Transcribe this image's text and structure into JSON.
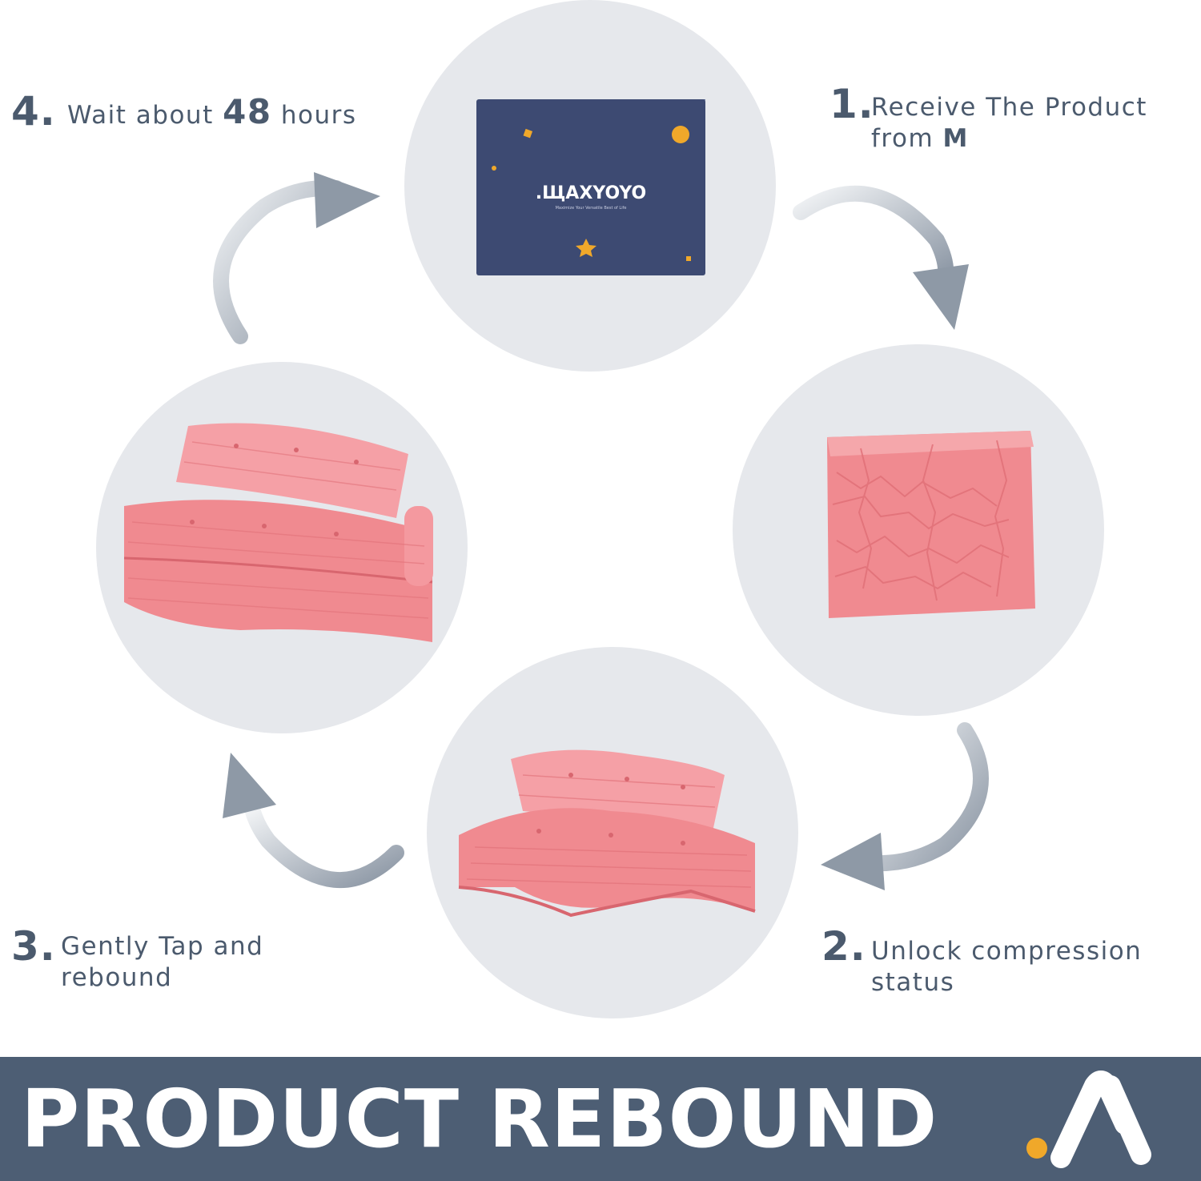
{
  "colors": {
    "circle": "#e6e8ec",
    "text": "#4b5a6d",
    "banner": "#4d5e74",
    "arrow": "#8e99a6",
    "box": "#3d4a72",
    "pink": "#f08a90",
    "accent": "#f0a82a"
  },
  "box": {
    "brand": ".ЩAXYOYO",
    "tagline": "Maximize Your Versatile Best of Life"
  },
  "steps": [
    {
      "number": "1.",
      "line1": "Receive The Product",
      "line2_prefix": "from ",
      "line2_bold": "M"
    },
    {
      "number": "2.",
      "line1": "Unlock compression",
      "line2": "status"
    },
    {
      "number": "3.",
      "line1": "Gently Tap and",
      "line2": "rebound"
    },
    {
      "number": "4.",
      "prefix": "Wait about ",
      "bold": "48",
      "suffix": " hours"
    }
  ],
  "banner": {
    "title": "PRODUCT REBOUND"
  },
  "icons": [
    "curved-arrow-icon",
    "brand-logo-icon"
  ]
}
